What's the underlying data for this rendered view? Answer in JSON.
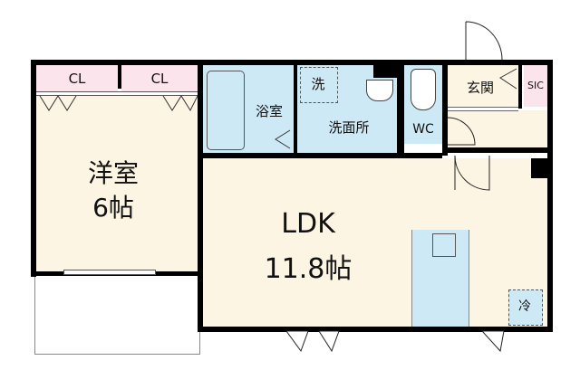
{
  "floorplan": {
    "rooms": {
      "western_room": {
        "name": "洋室",
        "size": "6帖"
      },
      "closet_left": {
        "label": "CL"
      },
      "closet_right": {
        "label": "CL"
      },
      "bathroom": {
        "label": "浴室"
      },
      "washroom": {
        "label": "洗面所"
      },
      "washing_machine": {
        "label": "洗"
      },
      "toilet": {
        "label": "WC"
      },
      "entrance": {
        "label": "玄関"
      },
      "shoe_closet": {
        "label": "SIC"
      },
      "ldk": {
        "name": "LDK",
        "size": "11.8帖"
      },
      "refrigerator": {
        "label": "冷"
      }
    },
    "colors": {
      "living_fill": "#fdf5e3",
      "wet_area_fill": "#cde9f6",
      "closet_fill": "#fce4ec",
      "wall": "#000000"
    }
  }
}
